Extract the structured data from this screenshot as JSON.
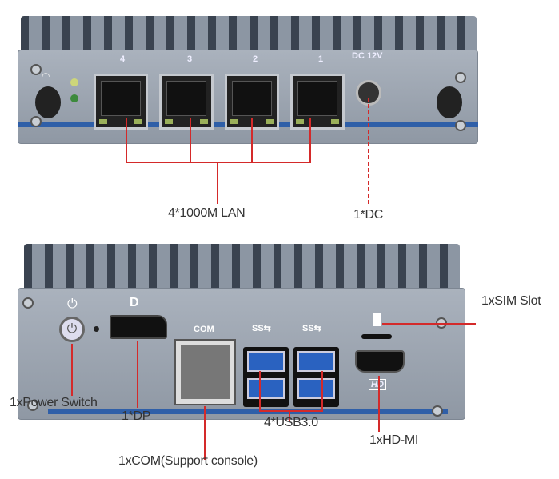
{
  "top_panel": {
    "port_numbers": [
      "4",
      "3",
      "2",
      "1"
    ],
    "dc_marking": "DC 12V",
    "labels": {
      "lan": "4*1000M LAN",
      "dc": "1*DC"
    }
  },
  "bottom_panel": {
    "markings": {
      "com": "COM",
      "usb_a": "SS⇆",
      "usb_b": "SS⇆",
      "hd": "HD"
    },
    "labels": {
      "sim": "1xSIM Slot",
      "power": "1xPower Switch",
      "dp": "1*DP",
      "usb": "4*USB3.0",
      "hdmi": "1xHD-MI",
      "com": "1xCOM(Support console)"
    }
  },
  "colors": {
    "callout": "#d42a2a",
    "accent_stripe": "#2f5fa8"
  }
}
